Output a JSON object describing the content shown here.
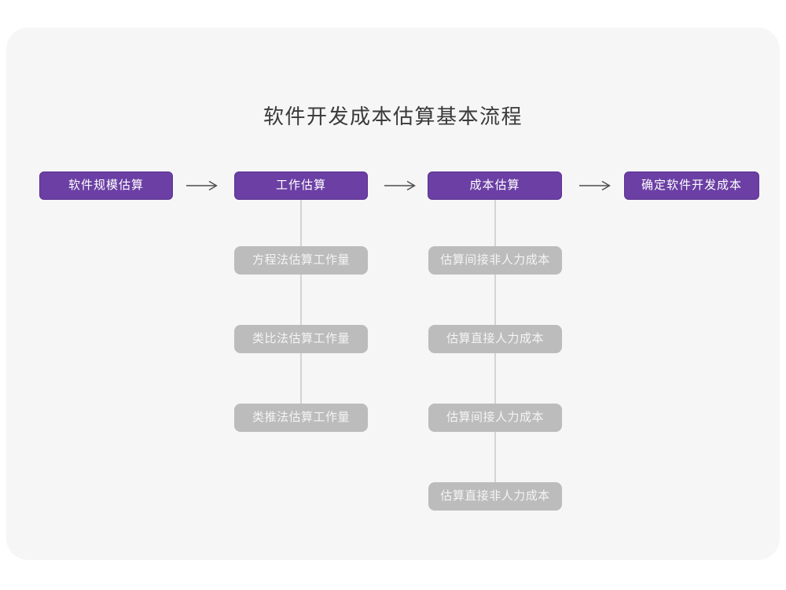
{
  "title": "软件开发成本估算基本流程",
  "colors": {
    "card_background": "#f6f6f7",
    "page_background": "#ffffff",
    "stage_box": "#6b3fa4",
    "stage_box_border": "#5c3390",
    "substep_box": "#bcbcbc",
    "box_text": "#ffffff",
    "connector_line": "#d4d4d4",
    "arrow": "#4d4d4d",
    "title_text": "#3a3a3a"
  },
  "flow": {
    "stages": [
      {
        "label": "软件规模估算",
        "substeps": []
      },
      {
        "label": "工作估算",
        "substeps": [
          "方程法估算工作量",
          "类比法估算工作量",
          "类推法估算工作量"
        ]
      },
      {
        "label": "成本估算",
        "substeps": [
          "估算间接非人力成本",
          "估算直接人力成本",
          "估算间接人力成本",
          "估算直接非人力成本"
        ]
      },
      {
        "label": "确定软件开发成本",
        "substeps": []
      }
    ]
  }
}
